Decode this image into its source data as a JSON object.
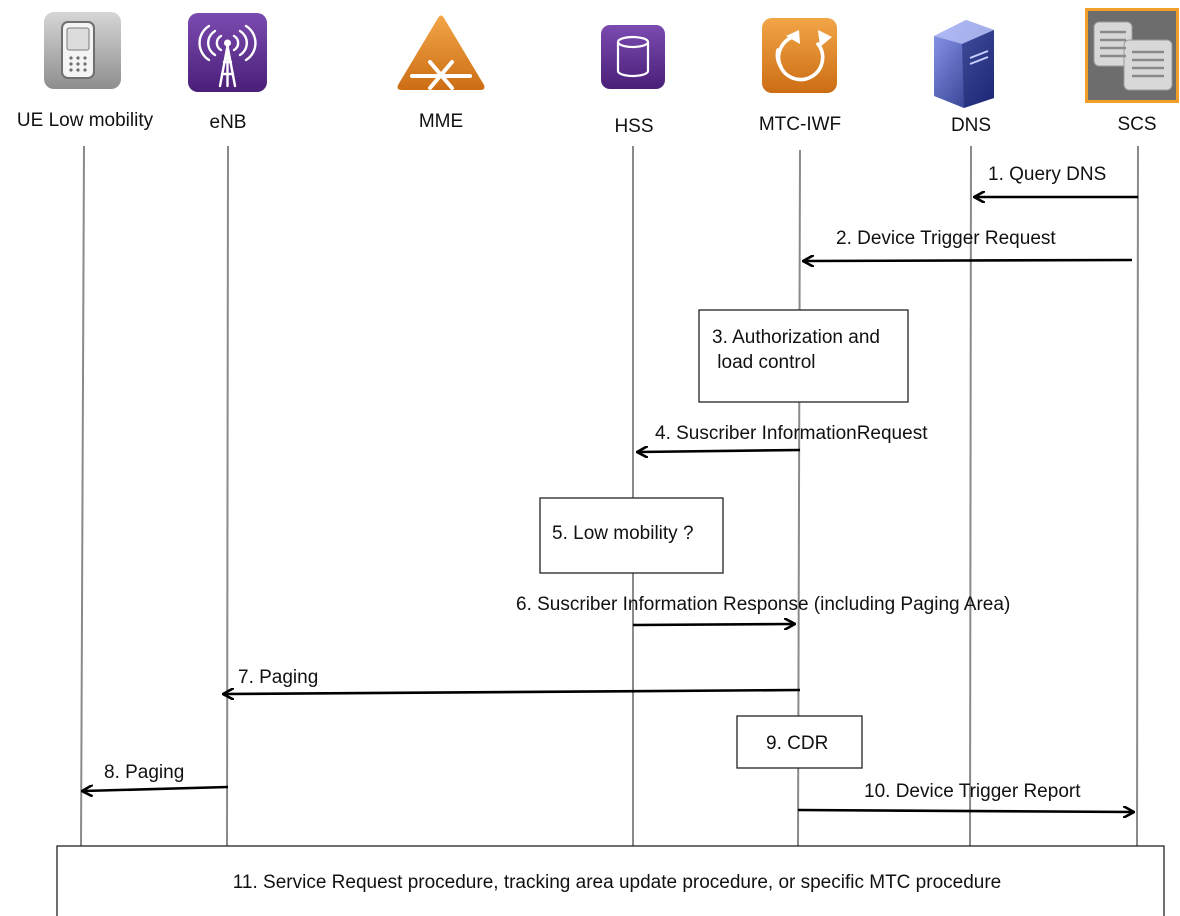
{
  "entities": [
    {
      "id": "ue",
      "label": "UE Low mobility",
      "icon": "mobile-phone-icon",
      "color": "#8a8a8a"
    },
    {
      "id": "enb",
      "label": "eNB",
      "icon": "antenna-tower-icon",
      "color": "#5b2a8a"
    },
    {
      "id": "mme",
      "label": "MME",
      "icon": "router-triangle-icon",
      "color": "#d9822b"
    },
    {
      "id": "hss",
      "label": "HSS",
      "icon": "database-icon",
      "color": "#5b2a8a"
    },
    {
      "id": "mtciwf",
      "label": "MTC-IWF",
      "icon": "circular-arrows-icon",
      "color": "#d9822b"
    },
    {
      "id": "dns",
      "label": "DNS",
      "icon": "server-tower-icon",
      "color": "#3a4aa8"
    },
    {
      "id": "scs",
      "label": "SCS",
      "icon": "server-stack-icon",
      "color": "#f0a028"
    }
  ],
  "messages": [
    {
      "label": "1. Query DNS",
      "from": "scs",
      "to": "dns"
    },
    {
      "label": "2. Device Trigger Request",
      "from": "scs",
      "to": "mtciwf"
    },
    {
      "label": "4. Suscriber  InformationRequest",
      "from": "mtciwf",
      "to": "hss"
    },
    {
      "label": "6. Suscriber  Information Response (including Paging Area)",
      "from": "hss",
      "to": "mtciwf"
    },
    {
      "label": "7. Paging",
      "from": "mtciwf",
      "to": "enb"
    },
    {
      "label": "8. Paging",
      "from": "enb",
      "to": "ue"
    },
    {
      "label": "10. Device Trigger Report",
      "from": "mtciwf",
      "to": "scs"
    }
  ],
  "notes": [
    {
      "lines": [
        "3. Authorization and",
        " load control"
      ]
    },
    {
      "lines": [
        "5. Low mobility ?"
      ]
    },
    {
      "lines": [
        "9. CDR"
      ]
    }
  ],
  "footer": {
    "label": "11. Service Request procedure, tracking area update procedure, or specific MTC procedure"
  }
}
